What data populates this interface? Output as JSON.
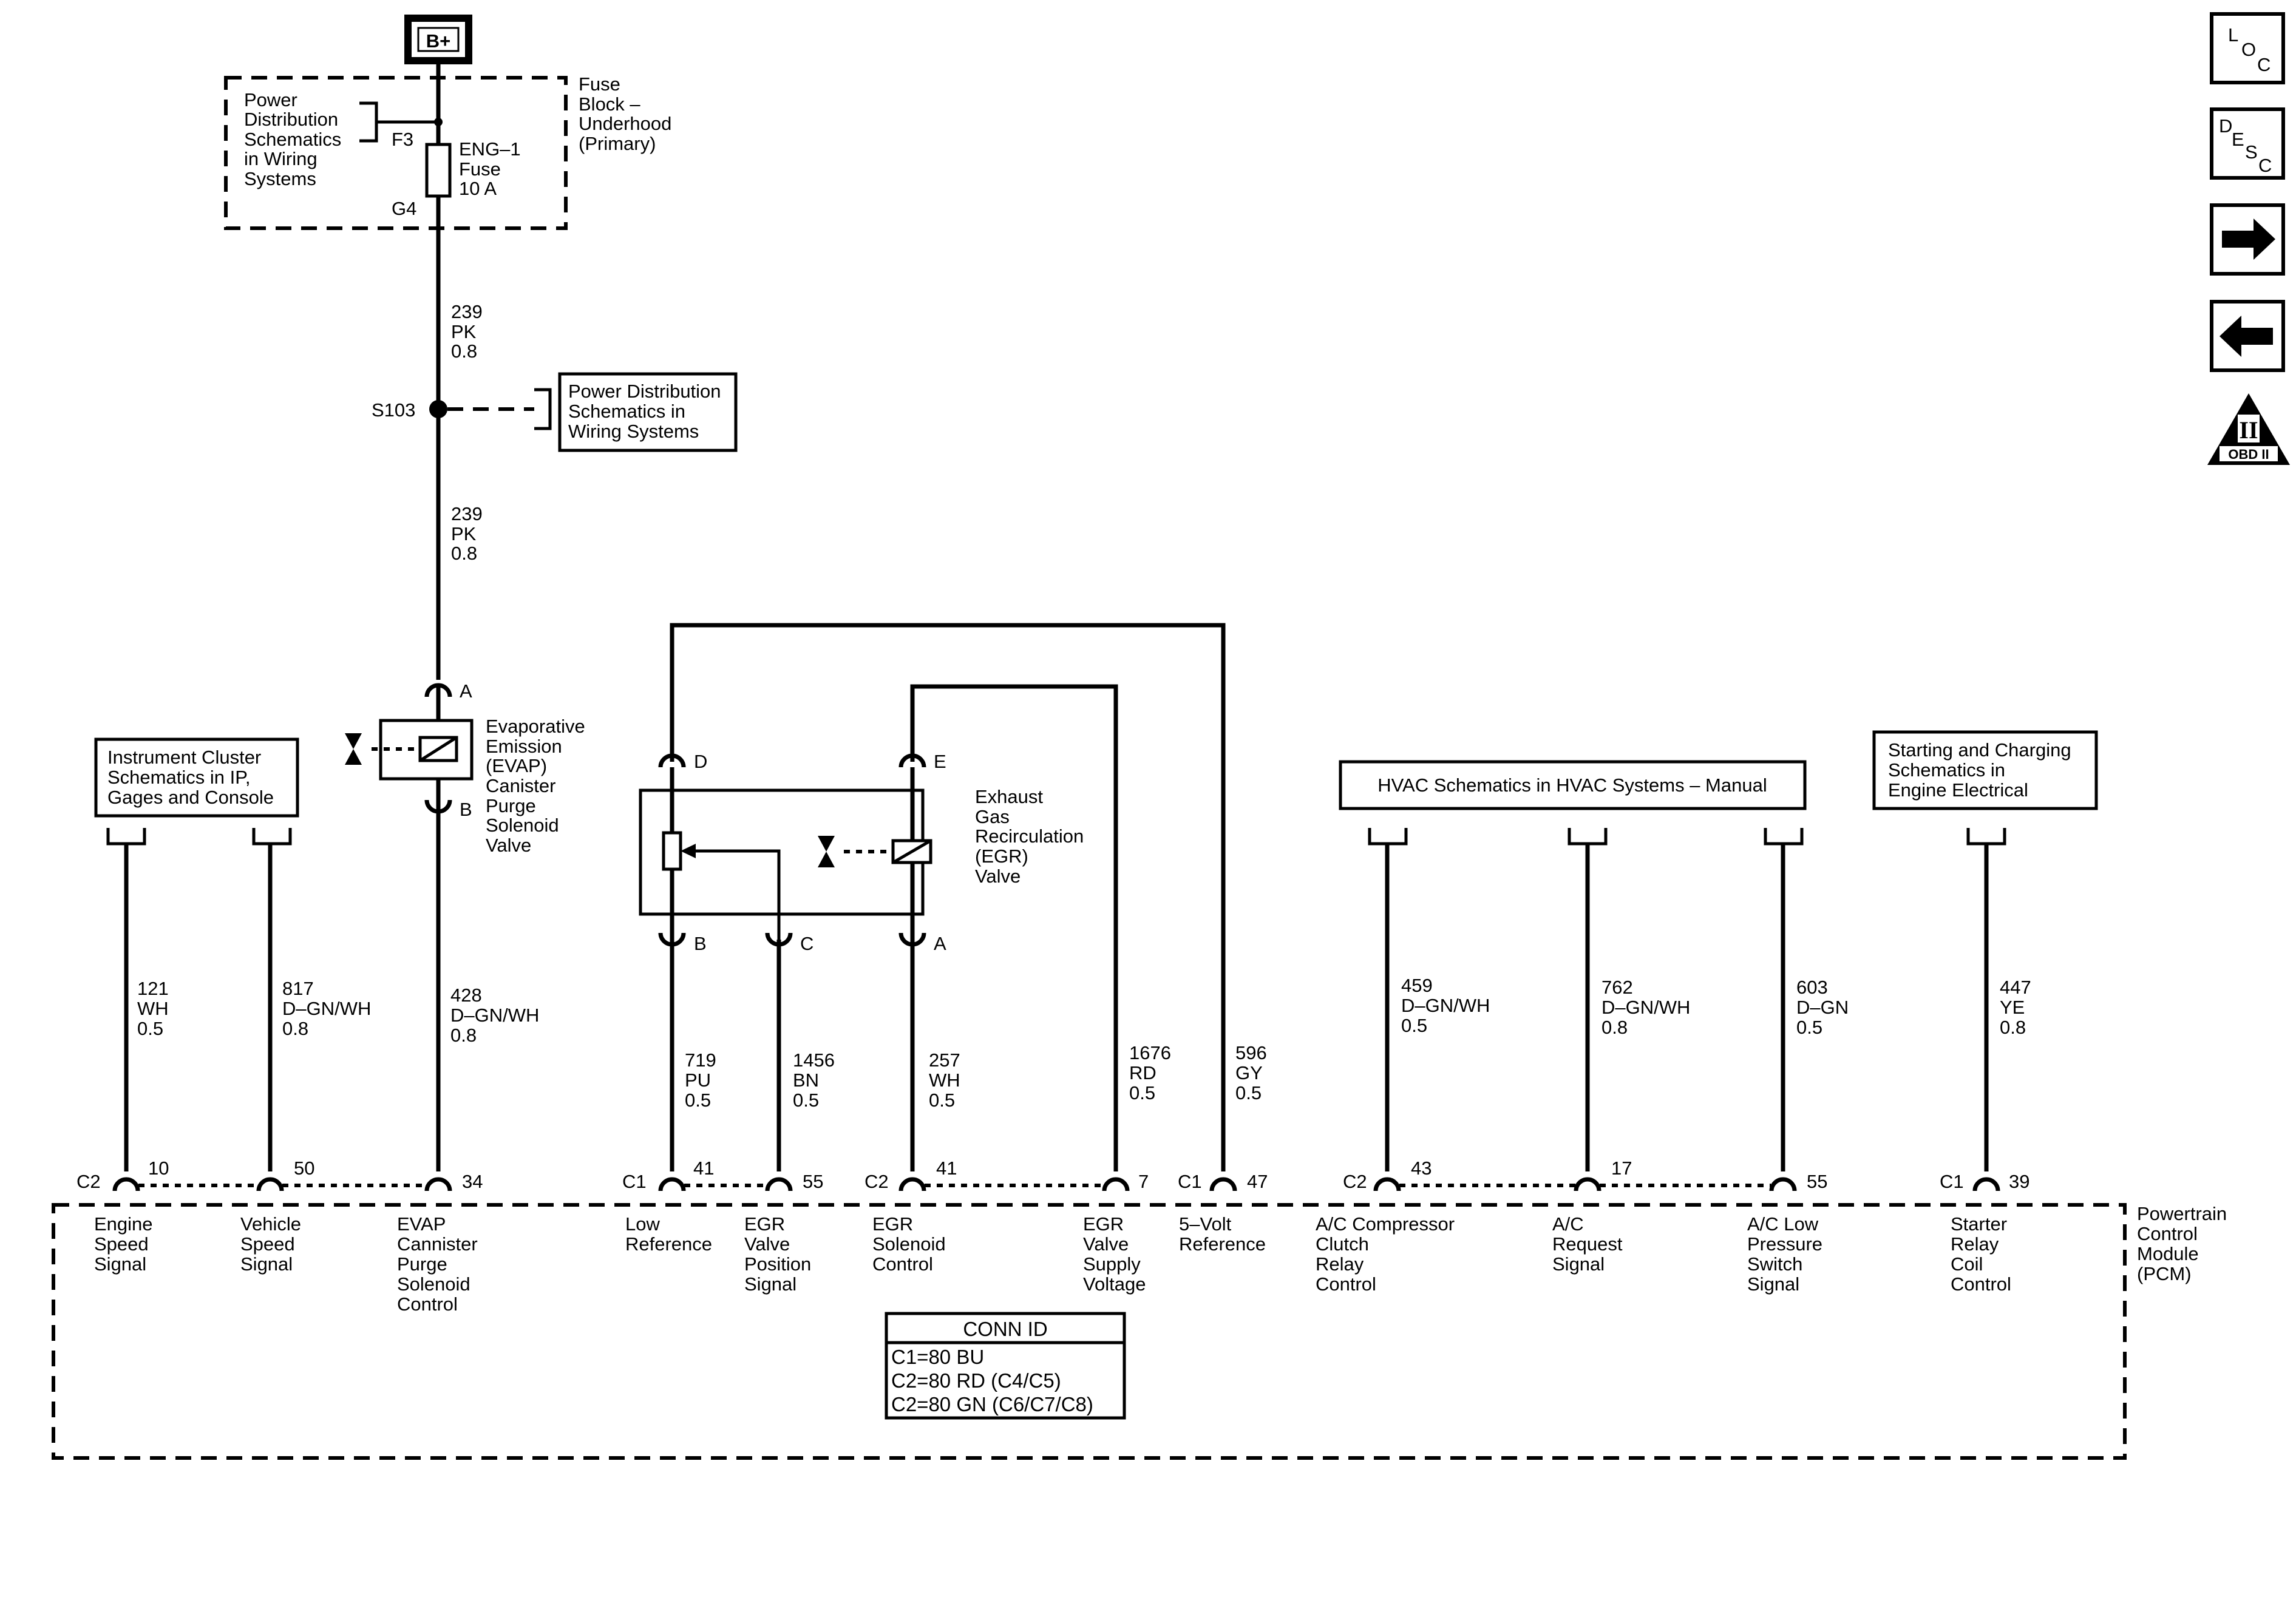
{
  "battery": {
    "label": "B+"
  },
  "fuse_block": {
    "title_lines": [
      "Fuse",
      "Block –",
      "Underhood",
      "(Primary)"
    ],
    "ref_lines": [
      "Power",
      "Distribution",
      "Schematics",
      "in Wiring",
      "Systems"
    ],
    "pin_in": "F3",
    "pin_out": "G4",
    "fuse_lines": [
      "ENG–1",
      "Fuse",
      "10 A"
    ]
  },
  "wire_239_upper": [
    "239",
    "PK",
    "0.8"
  ],
  "splice": {
    "label": "S103",
    "ref_lines": [
      "Power Distribution",
      "Schematics in",
      "Wiring  Systems"
    ]
  },
  "wire_239_lower": [
    "239",
    "PK",
    "0.8"
  ],
  "evap_valve": {
    "pin_a": "A",
    "pin_b": "B",
    "name_lines": [
      "Evaporative",
      "Emission",
      "(EVAP)",
      "Canister",
      "Purge",
      "Solenoid",
      "Valve"
    ]
  },
  "egr_valve": {
    "pin_d": "D",
    "pin_e": "E",
    "pin_b": "B",
    "pin_c": "C",
    "pin_a": "A",
    "name_lines": [
      "Exhaust",
      "Gas",
      "Recirculation",
      "(EGR)",
      "Valve"
    ]
  },
  "refs": {
    "instrument_cluster": [
      "Instrument Cluster",
      "Schematics in IP,",
      "Gages and Console"
    ],
    "hvac": "HVAC Schematics in HVAC Systems – Manual",
    "starting_charging": [
      "Starting and Charging",
      "Schematics in",
      "Engine Electrical"
    ]
  },
  "wires": [
    {
      "id": "w121",
      "lines": [
        "121",
        "WH",
        "0.5"
      ]
    },
    {
      "id": "w817",
      "lines": [
        "817",
        "D–GN/WH",
        "0.8"
      ]
    },
    {
      "id": "w428",
      "lines": [
        "428",
        "D–GN/WH",
        "0.8"
      ]
    },
    {
      "id": "w719",
      "lines": [
        "719",
        "PU",
        "0.5"
      ]
    },
    {
      "id": "w1456",
      "lines": [
        "1456",
        "BN",
        "0.5"
      ]
    },
    {
      "id": "w257",
      "lines": [
        "257",
        "WH",
        "0.5"
      ]
    },
    {
      "id": "w1676",
      "lines": [
        "1676",
        "RD",
        "0.5"
      ]
    },
    {
      "id": "w596",
      "lines": [
        "596",
        "GY",
        "0.5"
      ]
    },
    {
      "id": "w459",
      "lines": [
        "459",
        "D–GN/WH",
        "0.5"
      ]
    },
    {
      "id": "w762",
      "lines": [
        "762",
        "D–GN/WH",
        "0.8"
      ]
    },
    {
      "id": "w603",
      "lines": [
        "603",
        "D–GN",
        "0.5"
      ]
    },
    {
      "id": "w447",
      "lines": [
        "447",
        "YE",
        "0.8"
      ]
    }
  ],
  "pcm": {
    "name_lines": [
      "Powertrain",
      "Control",
      "Module",
      "(PCM)"
    ],
    "connectors": [
      "C2",
      "C1",
      "C2",
      "C1",
      "C2",
      "C1"
    ],
    "pins": [
      "10",
      "50",
      "34",
      "41",
      "55",
      "41",
      "7",
      "47",
      "43",
      "17",
      "55",
      "39"
    ],
    "signals": [
      [
        "Engine",
        "Speed",
        "Signal"
      ],
      [
        "Vehicle",
        "Speed",
        "Signal"
      ],
      [
        "EVAP",
        "Cannister",
        "Purge",
        "Solenoid",
        "Control"
      ],
      [
        "Low",
        "Reference"
      ],
      [
        "EGR",
        "Valve",
        "Position",
        "Signal"
      ],
      [
        "EGR",
        "Solenoid",
        "Control"
      ],
      [
        "EGR",
        "Valve",
        "Supply",
        "Voltage"
      ],
      [
        "5–Volt",
        "Reference"
      ],
      [
        "A/C Compressor",
        "Clutch",
        "Relay",
        "Control"
      ],
      [
        "A/C",
        "Request",
        "Signal"
      ],
      [
        "A/C Low",
        "Pressure",
        "Switch",
        "Signal"
      ],
      [
        "Starter",
        "Relay",
        "Coil",
        "Control"
      ]
    ]
  },
  "conn_id": {
    "title": "CONN ID",
    "rows": [
      "C1=80 BU",
      "C2=80 RD (C4/C5)",
      "C2=80 GN (C6/C7/C8)"
    ]
  },
  "nav": {
    "loc": [
      "L",
      "O",
      "C"
    ],
    "desc": [
      "D",
      "E",
      "S",
      "C"
    ],
    "obd": {
      "numeral": "II",
      "label": "OBD II"
    }
  }
}
